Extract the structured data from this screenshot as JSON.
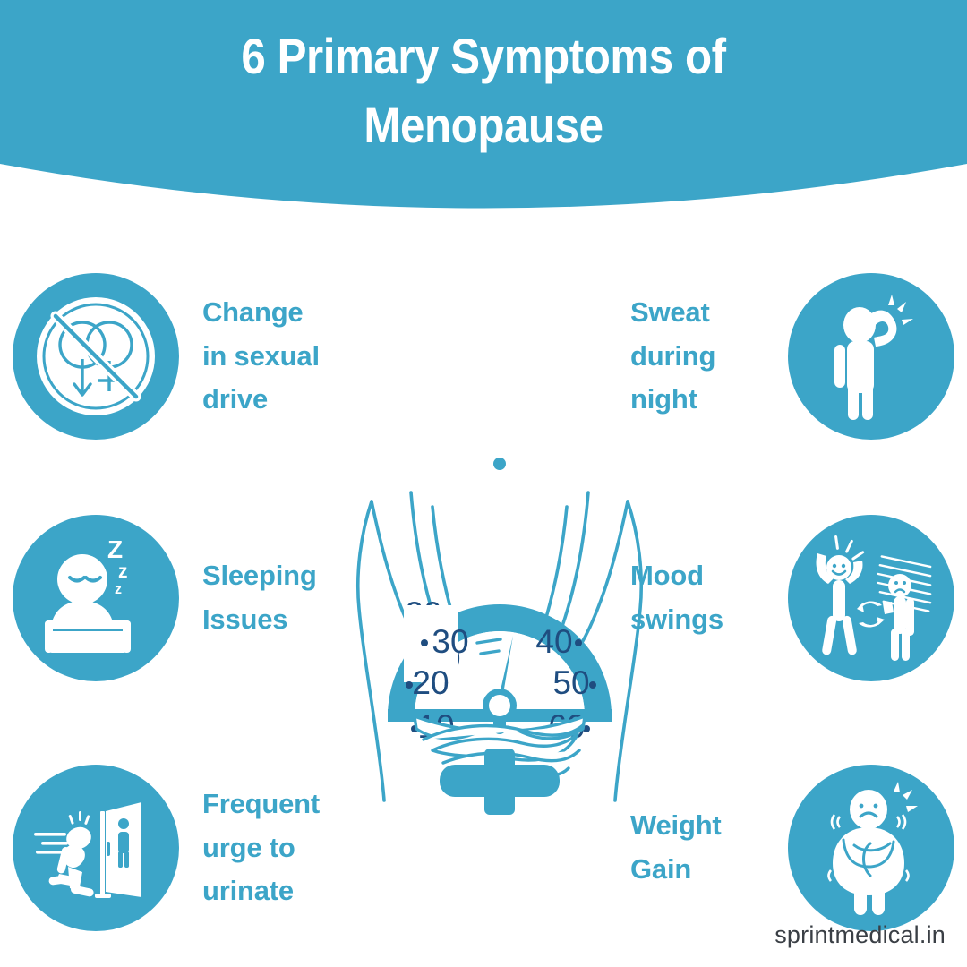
{
  "brand": {
    "accent": "#3ca5c8",
    "header_bg": "#3ca5c8",
    "title_color": "#ffffff",
    "label_color": "#3ca5c8",
    "footer_color": "#3a3f45",
    "page_bg": "#ffffff"
  },
  "header": {
    "title": "6 Primary Symptoms of\nMenopause"
  },
  "symptoms": {
    "left": [
      {
        "id": "sexual-drive",
        "label": "Change\nin sexual\ndrive",
        "icon": "no-sexual-drive-icon"
      },
      {
        "id": "sleeping-issues",
        "label": "Sleeping\nIssues",
        "icon": "sleeping-person-icon"
      },
      {
        "id": "urinate",
        "label": "Frequent\nurge to\nurinate",
        "icon": "running-to-restroom-icon"
      }
    ],
    "right": [
      {
        "id": "night-sweat",
        "label": "Sweat\nduring\nnight",
        "icon": "sweating-person-icon"
      },
      {
        "id": "mood-swings",
        "label": "Mood\nswings",
        "icon": "mood-swings-icon"
      },
      {
        "id": "weight-gain",
        "label": "Weight\nGain",
        "icon": "weight-gain-person-icon"
      }
    ]
  },
  "center_illustration": {
    "name": "torso-with-weight-gauge",
    "gauge_ticks": [
      "10",
      "20",
      "30",
      "40",
      "50",
      "60"
    ],
    "gauge_needle_points_between": "30 and 40",
    "female_symbol": "venus-symbol"
  },
  "footer": {
    "site": "sprintmedical.in"
  }
}
